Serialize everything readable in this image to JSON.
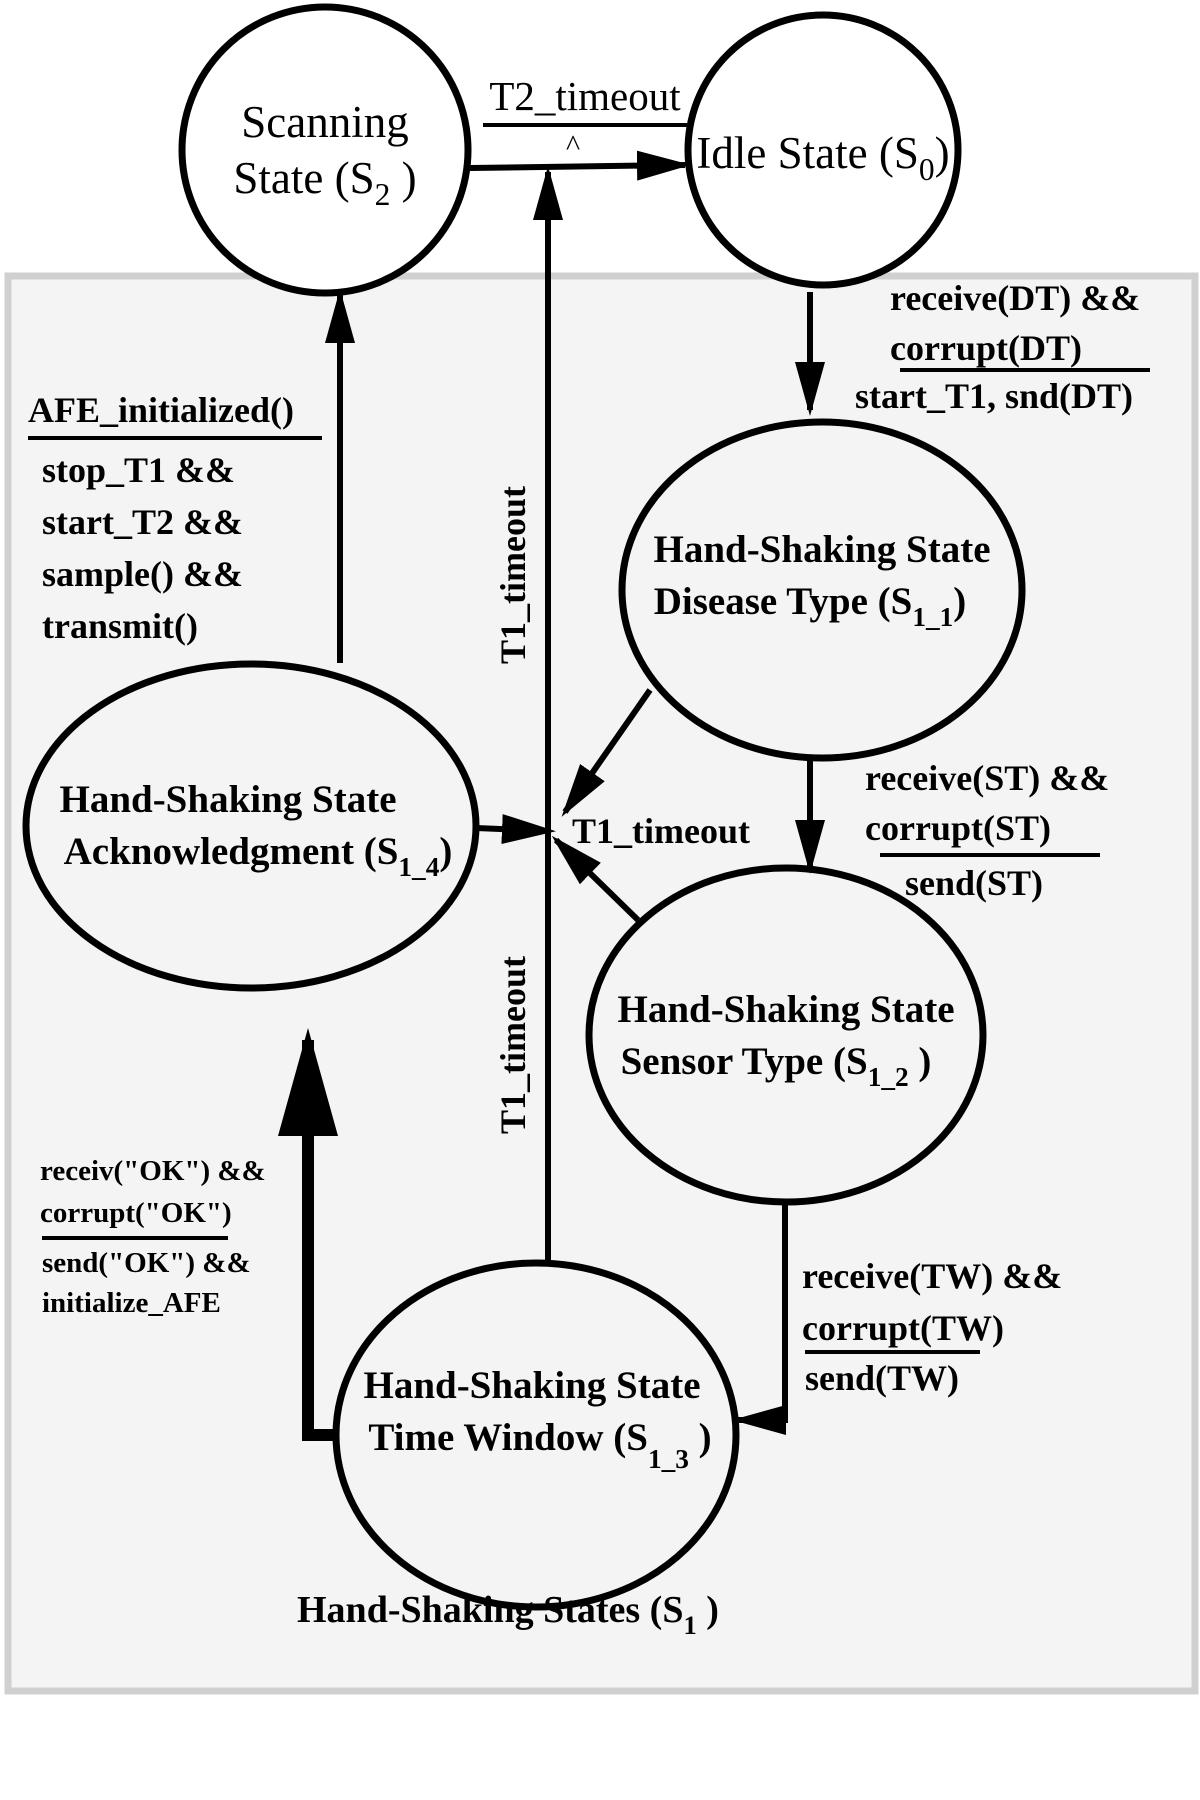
{
  "states": {
    "scanning": {
      "line1": "Scanning",
      "line2": "State (S",
      "sub": "2",
      "close": " )"
    },
    "idle": {
      "text": "Idle State (S",
      "sub": "0",
      "close": ")"
    },
    "s1_1": {
      "line1": "Hand-Shaking State",
      "line2": "Disease Type (S",
      "sub": "1_1",
      "close": ")"
    },
    "s1_2": {
      "line1": "Hand-Shaking State",
      "line2": "Sensor Type (S",
      "sub": "1_2",
      "close": " )"
    },
    "s1_3": {
      "line1": "Hand-Shaking State",
      "line2": "Time Window (S",
      "sub": "1_3",
      "close": " )"
    },
    "s1_4": {
      "line1": "Hand-Shaking State",
      "line2": "Acknowledgment (S",
      "sub": "1_4",
      "close": ")"
    }
  },
  "group_label": {
    "text": "Hand-Shaking States (S",
    "sub": "1",
    "close": " )"
  },
  "transitions": {
    "t2_timeout": {
      "condition": "T2_timeout",
      "action": "^"
    },
    "idle_to_s11": {
      "line1": "receive(DT) &&",
      "condition": "corrupt(DT)",
      "action": "start_T1, snd(DT)"
    },
    "s11_to_s12": {
      "line1": "receive(ST) &&",
      "condition": "corrupt(ST)",
      "action": "send(ST)"
    },
    "s12_to_s13": {
      "line1": "receive(TW) &&",
      "condition": "corrupt(TW)",
      "action": "send(TW)"
    },
    "s13_to_s14": {
      "line1": "receiv(\"OK\") &&",
      "condition": "corrupt(\"OK\")",
      "action1": "send(\"OK\") &&",
      "action2": "initialize_AFE"
    },
    "s14_to_scan": {
      "condition": "AFE_initialized()",
      "action1": "stop_T1  &&",
      "action2": "start_T2  &&",
      "action3": "sample() &&",
      "action4": "transmit()"
    },
    "t1_timeout_center": "T1_timeout",
    "t1_timeout_upper": "T1_timeout",
    "t1_timeout_lower": "T1_timeout"
  }
}
